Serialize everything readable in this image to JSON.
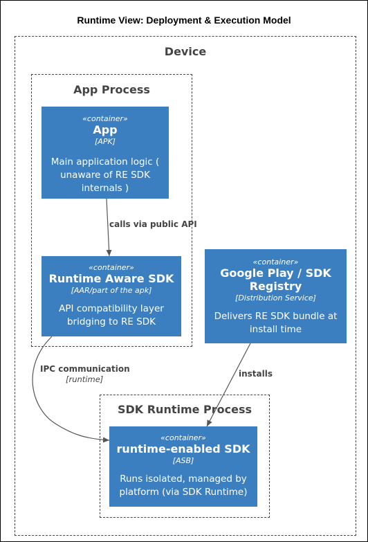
{
  "title": "Runtime View: Deployment & Execution Model",
  "boundaries": {
    "device": "Device",
    "app_process": "App Process",
    "sdk_runtime_process": "SDK Runtime Process"
  },
  "containers": {
    "app": {
      "stereotype": "«container»",
      "name": "App",
      "tech": "[APK]",
      "desc_lines": [
        "Main application logic (",
        "unaware of RE SDK",
        "internals )"
      ]
    },
    "runtime_aware_sdk": {
      "stereotype": "«container»",
      "name": "Runtime Aware SDK",
      "tech": "[AAR/part of the apk]",
      "desc_lines": [
        "API compatibility layer",
        "bridging to RE SDK"
      ]
    },
    "google_play": {
      "stereotype": "«container»",
      "name_lines": [
        "Google Play / SDK",
        "Registry"
      ],
      "tech": "[Distribution Service]",
      "desc_lines": [
        "Delivers RE SDK bundle at",
        "install time"
      ]
    },
    "runtime_enabled_sdk": {
      "stereotype": "«container»",
      "name": "runtime-enabled SDK",
      "tech": "[ASB]",
      "desc_lines": [
        "Runs isolated, managed by",
        "platform (via SDK Runtime)"
      ]
    }
  },
  "relations": {
    "calls": {
      "label": "calls via public API"
    },
    "ipc": {
      "label": "IPC communication",
      "tech": "[runtime]"
    },
    "installs": {
      "label": "installs"
    }
  },
  "colors": {
    "container_fill": "#3C7FC0",
    "container_text": "#FFFFFF",
    "boundary_line": "#444444",
    "edge_line": "#555555"
  }
}
